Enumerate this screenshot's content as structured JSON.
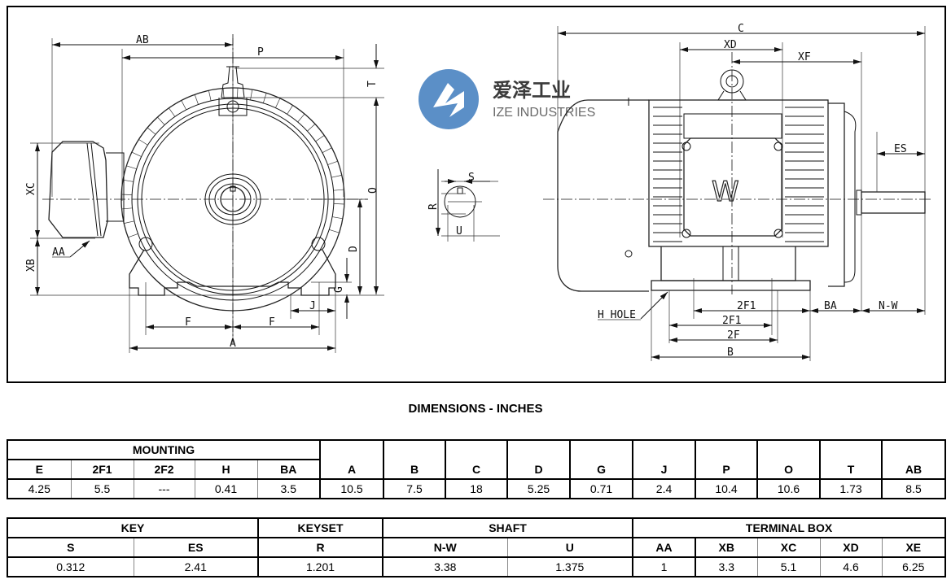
{
  "logo": {
    "chinese_name": "爱泽工业",
    "english_name": "IZE INDUSTRIES",
    "brand_color": "#5b8fc7"
  },
  "drawing": {
    "front_view_labels": {
      "ab": "AB",
      "p": "P",
      "t": "T",
      "o": "O",
      "xc": "XC",
      "xb": "XB",
      "aa": "AA",
      "d": "D",
      "g": "G",
      "j": "J",
      "f_left": "F",
      "f_right": "F",
      "a": "A"
    },
    "key_detail_labels": {
      "s": "S",
      "r": "R",
      "u": "U"
    },
    "side_view_labels": {
      "c": "C",
      "xd": "XD",
      "xf": "XF",
      "es": "ES",
      "h_hole": "H HOLE",
      "two_f1_upper": "2F1",
      "two_f1_lower": "2F1",
      "two_f": "2F",
      "b": "B",
      "ba": "BA",
      "nw": "N-W",
      "brand_mark": "W"
    }
  },
  "title": "DIMENSIONS - INCHES",
  "table1": {
    "group_label": "MOUNTING",
    "mounting_columns": [
      {
        "header": "E",
        "value": "4.25"
      },
      {
        "header": "2F1",
        "value": "5.5"
      },
      {
        "header": "2F2",
        "value": "---"
      },
      {
        "header": "H",
        "value": "0.41"
      },
      {
        "header": "BA",
        "value": "3.5"
      }
    ],
    "other_columns": [
      {
        "header": "A",
        "value": "10.5"
      },
      {
        "header": "B",
        "value": "7.5"
      },
      {
        "header": "C",
        "value": "18"
      },
      {
        "header": "D",
        "value": "5.25"
      },
      {
        "header": "G",
        "value": "0.71"
      },
      {
        "header": "J",
        "value": "2.4"
      },
      {
        "header": "P",
        "value": "10.4"
      },
      {
        "header": "O",
        "value": "10.6"
      },
      {
        "header": "T",
        "value": "1.73"
      },
      {
        "header": "AB",
        "value": "8.5"
      }
    ]
  },
  "table2": {
    "groups": [
      {
        "label": "KEY",
        "columns": [
          {
            "header": "S",
            "value": "0.312"
          },
          {
            "header": "ES",
            "value": "2.41"
          }
        ]
      },
      {
        "label": "KEYSET",
        "columns": [
          {
            "header": "R",
            "value": "1.201"
          }
        ]
      },
      {
        "label": "SHAFT",
        "columns": [
          {
            "header": "N-W",
            "value": "3.38"
          },
          {
            "header": "U",
            "value": "1.375"
          }
        ]
      },
      {
        "label": "TERMINAL BOX",
        "columns": [
          {
            "header": "AA",
            "value": "1"
          },
          {
            "header": "XB",
            "value": "3.3"
          },
          {
            "header": "XC",
            "value": "5.1"
          },
          {
            "header": "XD",
            "value": "4.6"
          },
          {
            "header": "XE",
            "value": "6.25"
          }
        ]
      }
    ]
  }
}
